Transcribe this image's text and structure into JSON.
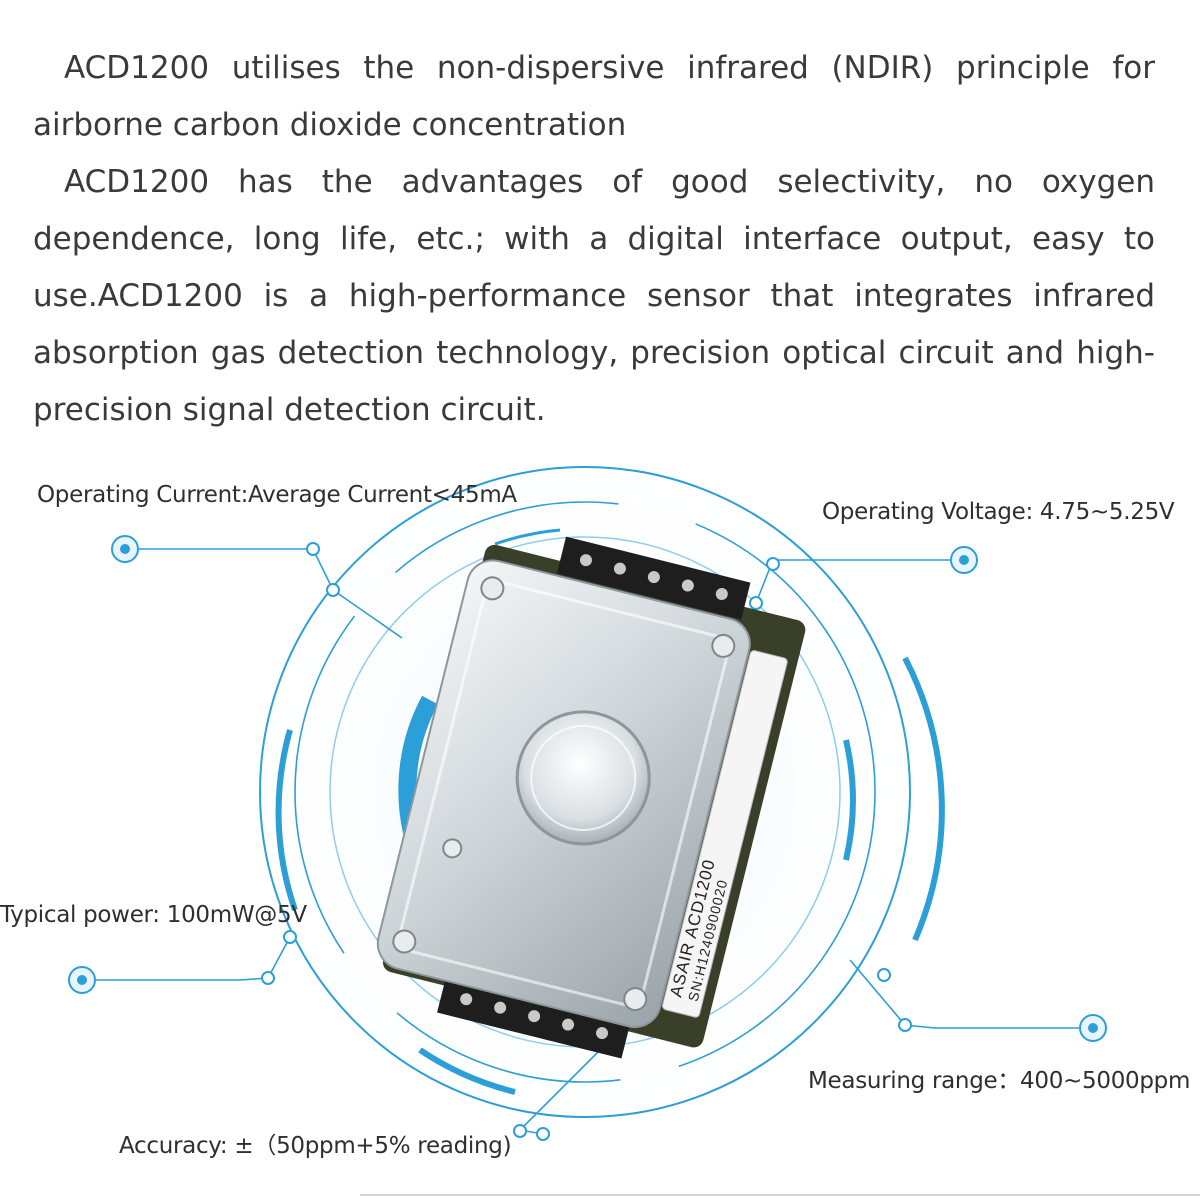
{
  "intro": {
    "paragraph_1": "ACD1200 utilises the non-dispersive infrared (NDIR) principle for airborne carbon dioxide concentration",
    "paragraph_2": "ACD1200 has the advantages of good selectivity, no oxygen dependence, long life, etc.; with a digital interface output, easy to use.ACD1200 is a high-performance sensor that integrates infrared absorption gas detection technology, precision optical circuit and high-precision signal detection circuit."
  },
  "specs": {
    "current": "Operating Current:Average Current<45mA",
    "voltage": "Operating Voltage: 4.75~5.25V",
    "power": "Typical power: 100mW@5V",
    "range": "Measuring range：400~5000ppm",
    "accuracy": "Accuracy: ±（50ppm+5% reading)"
  },
  "sensor_label": {
    "line_1": "ASAIR ACD1200",
    "line_2": "SN:H1240900020"
  },
  "colors": {
    "accent_blue": "#2c9fd8",
    "light_blue": "#8fcdec",
    "text": "#333333"
  }
}
